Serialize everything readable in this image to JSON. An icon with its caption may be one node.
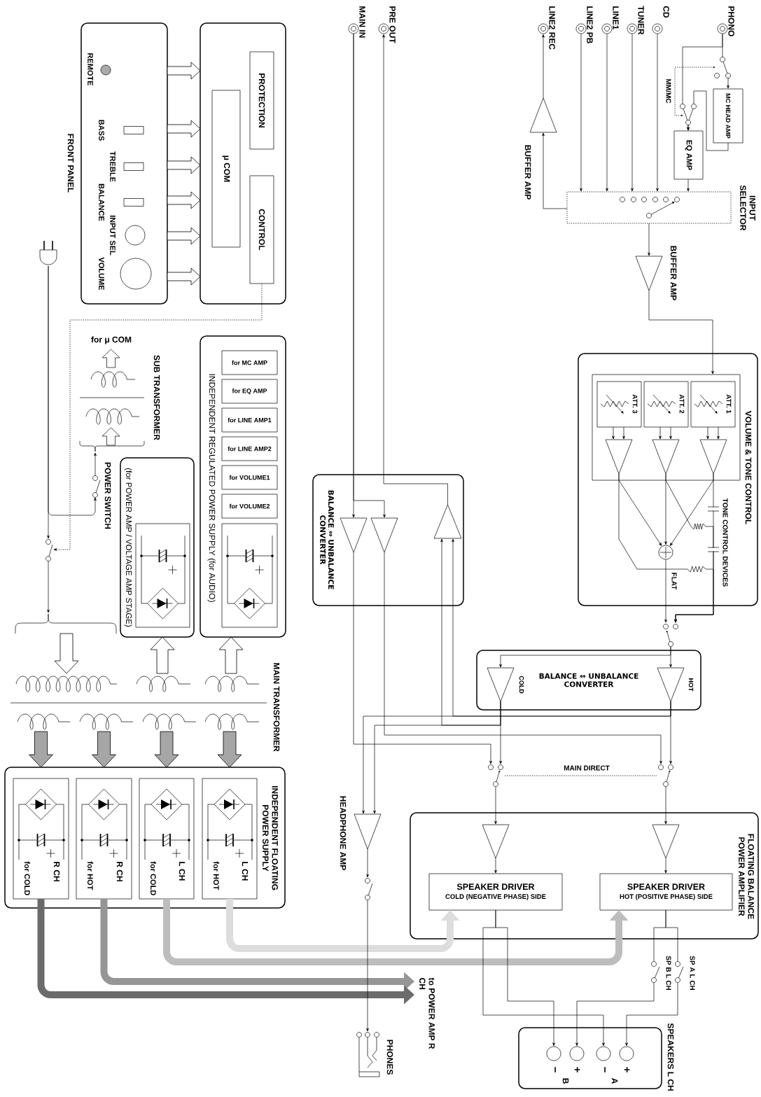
{
  "diagram": {
    "nodes": [
      {
        "text": [
          "FRONT PANEL"
        ]
      },
      {
        "text": [],
        "shape": "box"
      },
      {
        "text": [
          "PROTECTION"
        ],
        "in": 1
      },
      {
        "text": [
          "μ COM"
        ],
        "in": 1
      },
      {
        "text": [
          "CONTROL"
        ],
        "in": 1
      },
      {
        "text": [],
        "shape": "circle",
        "beside": [
          "MAIN IN"
        ]
      },
      {
        "text": [],
        "shape": "circle",
        "beside": [
          "PRE OUT"
        ]
      },
      {
        "text": [],
        "shape": "circle",
        "beside": [
          "LINE2 REC"
        ]
      },
      {
        "text": [],
        "shape": "circle",
        "beside": [
          "LINE2 PB"
        ]
      },
      {
        "text": [],
        "shape": "circle",
        "beside": [
          "LINE1"
        ]
      },
      {
        "text": [],
        "shape": "circle",
        "beside": [
          "TUNER"
        ]
      },
      {
        "text": [],
        "shape": "circle",
        "beside": [
          "CD"
        ]
      },
      {
        "text": [],
        "shape": "circle",
        "beside": [
          "PHONO"
        ]
      },
      {
        "text": [
          "MC HEAD AMP"
        ]
      },
      {
        "text": [
          "EQ AMP"
        ]
      },
      {
        "text": [
          "INPUT SELECTOR"
        ]
      },
      {
        "text": [
          "BUFFER AMP"
        ]
      },
      {
        "text": [
          "BUFFER AMP"
        ]
      },
      {
        "text": [
          "VOLUME & TONE CONTROL"
        ]
      },
      {
        "text": [],
        "shape": "box",
        "in": 18
      },
      {
        "text": [
          "ATT. 1"
        ],
        "in": 19
      },
      {
        "text": [
          "ATT. 2"
        ],
        "in": 19
      },
      {
        "text": [
          "ATT. 3"
        ],
        "in": 19
      },
      {
        "text": [],
        "shape": "switch"
      },
      {
        "text": [
          "BALANCE ⇔ UNBALANCE CONVERTER"
        ]
      },
      {
        "text": [
          "HOT"
        ],
        "in": 24
      },
      {
        "text": [
          "COLD"
        ],
        "in": 24
      },
      {
        "text": [
          "BALANCE ⇔ UNBALANCE CONVERTER"
        ]
      },
      {
        "text": [],
        "shape": "triangle",
        "in": 27
      },
      {
        "text": [],
        "shape": "triangle",
        "in": 27
      },
      {
        "text": [],
        "shape": "triangle",
        "in": 27
      },
      {
        "text": [
          "HEADPHONE AMP"
        ]
      },
      {
        "text": [],
        "shape": "switch"
      },
      {
        "text": [],
        "shape": "jack",
        "beside": [
          "PHONES"
        ]
      },
      {
        "text": [],
        "shape": "switch"
      },
      {
        "text": [],
        "shape": "switch"
      },
      {
        "text": [
          "FLOATING BALANCE POWER AMPLIFIER"
        ]
      },
      {
        "text": [],
        "shape": "triangle",
        "in": 36
      },
      {
        "text": [],
        "shape": "triangle",
        "in": 36
      },
      {
        "text": [
          "SPEAKER DRIVER",
          "HOT (POSITIVE PHASE) SIDE"
        ],
        "in": 36
      },
      {
        "text": [
          "SPEAKER DRIVER",
          "COLD (NEGATIVE PHASE) SIDE"
        ],
        "in": 36
      },
      {
        "text": [
          "SP A L CH"
        ]
      },
      {
        "text": [
          "SP B L CH"
        ]
      },
      {
        "text": [
          "SPEAKERS L CH"
        ]
      },
      {
        "text": [
          "+"
        ],
        "in": 43
      },
      {
        "text": [
          "−"
        ],
        "in": 43
      },
      {
        "text": [
          "+"
        ],
        "in": 43
      },
      {
        "text": [
          "−"
        ],
        "in": 43
      },
      {
        "text": [
          "to POWER AMP R CH"
        ]
      },
      {
        "text": [],
        "shape": "plug"
      },
      {
        "text": [],
        "shape": "switch"
      },
      {
        "text": [
          "POWER SWITCH"
        ]
      },
      {
        "text": [
          "SUB TRANSFORMER"
        ],
        "beside": [
          "for μ COM"
        ]
      },
      {
        "text": [
          "MAIN TRANSFORMER"
        ]
      },
      {
        "text": [
          "INDEPENDENT REGULATED POWER SUPPLY (for AUDIO)"
        ]
      },
      {
        "text": [
          "for MC AMP"
        ],
        "in": 54
      },
      {
        "text": [
          "for EQ AMP"
        ],
        "in": 54
      },
      {
        "text": [
          "for LINE AMP1"
        ],
        "in": 54
      },
      {
        "text": [
          "for LINE AMP2"
        ],
        "in": 54
      },
      {
        "text": [
          "for VOLUME1"
        ],
        "in": 54
      },
      {
        "text": [
          "for VOLUME2"
        ],
        "in": 54
      },
      {
        "text": [],
        "shape": "box",
        "in": 54
      },
      {
        "text": [
          "(for POWER AMP / VOLTAGE AMP STAGE)"
        ]
      },
      {
        "text": [],
        "shape": "box",
        "in": 62
      },
      {
        "text": [
          "INDEPENDENT FLOATING POWER SUPPLY"
        ]
      },
      {
        "text": [
          "L CH",
          "for HOT"
        ],
        "in": 64
      },
      {
        "text": [
          "L CH",
          "for COLD"
        ],
        "in": 64
      },
      {
        "text": [
          "R CH",
          "for HOT"
        ],
        "in": 64
      },
      {
        "text": [
          "R CH",
          "for COLD"
        ],
        "in": 64
      },
      {
        "text": [],
        "shape": "brace"
      },
      {
        "text": [],
        "shape": "sum",
        "in": 18
      },
      {
        "text": [],
        "shape": "triangle",
        "in": 19
      },
      {
        "text": [],
        "shape": "triangle",
        "in": 19
      },
      {
        "text": [],
        "shape": "triangle",
        "in": 19
      }
    ],
    "edges": [
      {
        "from": 0,
        "to": 1,
        "arrow": "to"
      },
      {
        "from": 0,
        "to": 1,
        "arrow": "to"
      },
      {
        "from": 0,
        "to": 1,
        "arrow": "to"
      },
      {
        "from": 0,
        "to": 1,
        "arrow": "to"
      },
      {
        "from": 0,
        "to": 1,
        "arrow": "to"
      },
      {
        "from": 0,
        "to": 1,
        "arrow": "to"
      },
      {
        "from": 4,
        "to": 50,
        "arrow": "to",
        "style": "dashed"
      },
      {
        "from": 49,
        "to": 50,
        "arrow": "to"
      },
      {
        "from": 49,
        "to": 51,
        "arrow": "to"
      },
      {
        "from": 51,
        "to": 52,
        "arrow": "to"
      },
      {
        "from": 50,
        "to": 69,
        "arrow": "to"
      },
      {
        "from": 53,
        "to": 62,
        "arrow": "to"
      },
      {
        "from": 53,
        "to": 54,
        "arrow": "to"
      },
      {
        "from": 53,
        "to": 64,
        "arrow": "to",
        "color": "#a6a6a6"
      },
      {
        "from": 53,
        "to": 64,
        "arrow": "to",
        "color": "#a6a6a6"
      },
      {
        "from": 53,
        "to": 64,
        "arrow": "to",
        "color": "#a6a6a6"
      },
      {
        "from": 53,
        "to": 64,
        "arrow": "to",
        "color": "#a6a6a6"
      },
      {
        "from": 65,
        "to": 40,
        "arrow": "to",
        "style": "thick",
        "color": "#dddddd"
      },
      {
        "from": 66,
        "to": 39,
        "arrow": "to",
        "style": "thick",
        "color": "#bdbdbd"
      },
      {
        "from": 67,
        "to": 48,
        "arrow": "to",
        "style": "thick",
        "color": "#969696"
      },
      {
        "from": 68,
        "to": 48,
        "arrow": "to",
        "style": "thick",
        "color": "#6b6b6b"
      },
      {
        "from": 12,
        "to": 13,
        "arrow": "to"
      },
      {
        "from": 12,
        "to": 14,
        "arrow": "to"
      },
      {
        "from": 13,
        "to": 14,
        "arrow": "to"
      },
      {
        "from": 14,
        "to": 15,
        "arrow": "to"
      },
      {
        "from": 11,
        "to": 15,
        "arrow": "to"
      },
      {
        "from": 10,
        "to": 15,
        "arrow": "to"
      },
      {
        "from": 9,
        "to": 15,
        "arrow": "to"
      },
      {
        "from": 8,
        "to": 15,
        "arrow": "to"
      },
      {
        "from": 15,
        "to": 16,
        "arrow": "to"
      },
      {
        "from": 16,
        "to": 7,
        "arrow": "to"
      },
      {
        "from": 15,
        "to": 17,
        "arrow": "to"
      },
      {
        "from": 17,
        "to": 19,
        "arrow": "to"
      },
      {
        "from": 70,
        "to": 23,
        "arrow": "to"
      },
      {
        "from": 73,
        "to": 23,
        "arrow": "to"
      },
      {
        "from": 23,
        "to": 25,
        "arrow": "to"
      },
      {
        "from": 23,
        "to": 26,
        "arrow": "to"
      },
      {
        "from": 5,
        "to": 28,
        "arrow": "to"
      },
      {
        "from": 5,
        "to": 29,
        "arrow": "to"
      },
      {
        "from": 30,
        "to": 6,
        "arrow": "to"
      },
      {
        "from": 25,
        "to": 30,
        "arrow": "to"
      },
      {
        "from": 26,
        "to": 30,
        "arrow": "to"
      },
      {
        "from": 25,
        "to": 31,
        "arrow": "to"
      },
      {
        "from": 26,
        "to": 31,
        "arrow": "to"
      },
      {
        "from": 25,
        "to": 35,
        "arrow": "to"
      },
      {
        "from": 26,
        "to": 34,
        "arrow": "to"
      },
      {
        "from": 29,
        "to": 35,
        "arrow": "to"
      },
      {
        "from": 28,
        "to": 34,
        "arrow": "to"
      },
      {
        "from": 34,
        "to": 35,
        "arrow": "none",
        "style": "dashed",
        "label": "MAIN DIRECT"
      },
      {
        "from": 34,
        "to": 37,
        "arrow": "to"
      },
      {
        "from": 35,
        "to": 38,
        "arrow": "to"
      },
      {
        "from": 38,
        "to": 39,
        "arrow": "to"
      },
      {
        "from": 37,
        "to": 40,
        "arrow": "to"
      },
      {
        "from": 39,
        "to": 41,
        "arrow": "none"
      },
      {
        "from": 39,
        "to": 42,
        "arrow": "none"
      },
      {
        "from": 41,
        "to": 44,
        "arrow": "to"
      },
      {
        "from": 42,
        "to": 46,
        "arrow": "to"
      },
      {
        "from": 40,
        "to": 45,
        "arrow": "to"
      },
      {
        "from": 40,
        "to": 47,
        "arrow": "to"
      },
      {
        "from": 31,
        "to": 32,
        "arrow": "to"
      },
      {
        "from": 32,
        "to": 33,
        "arrow": "to"
      },
      {
        "from": 69,
        "to": 53,
        "arrow": "to"
      },
      {
        "from": 71,
        "to": 70,
        "arrow": "to"
      },
      {
        "from": 72,
        "to": 70,
        "arrow": "to"
      },
      {
        "from": 73,
        "to": 70,
        "arrow": "to"
      },
      {
        "from": 20,
        "to": 73,
        "arrow": "to"
      },
      {
        "from": 20,
        "to": 73,
        "arrow": "to"
      },
      {
        "from": 21,
        "to": 72,
        "arrow": "to"
      },
      {
        "from": 21,
        "to": 72,
        "arrow": "to"
      },
      {
        "from": 22,
        "to": 71,
        "arrow": "to"
      },
      {
        "from": 22,
        "to": 71,
        "arrow": "to"
      },
      {
        "from": 71,
        "to": 23,
        "arrow": "to"
      },
      {
        "from": 72,
        "to": 23,
        "arrow": "to"
      }
    ],
    "labels": [
      "REMOTE",
      "BASS",
      "TREBLE",
      "BALANCE",
      "INPUT SEL",
      "VOLUME",
      "MM/MC",
      "TONE CONTROL DEVICES",
      "FLAT",
      "B",
      "A"
    ]
  }
}
